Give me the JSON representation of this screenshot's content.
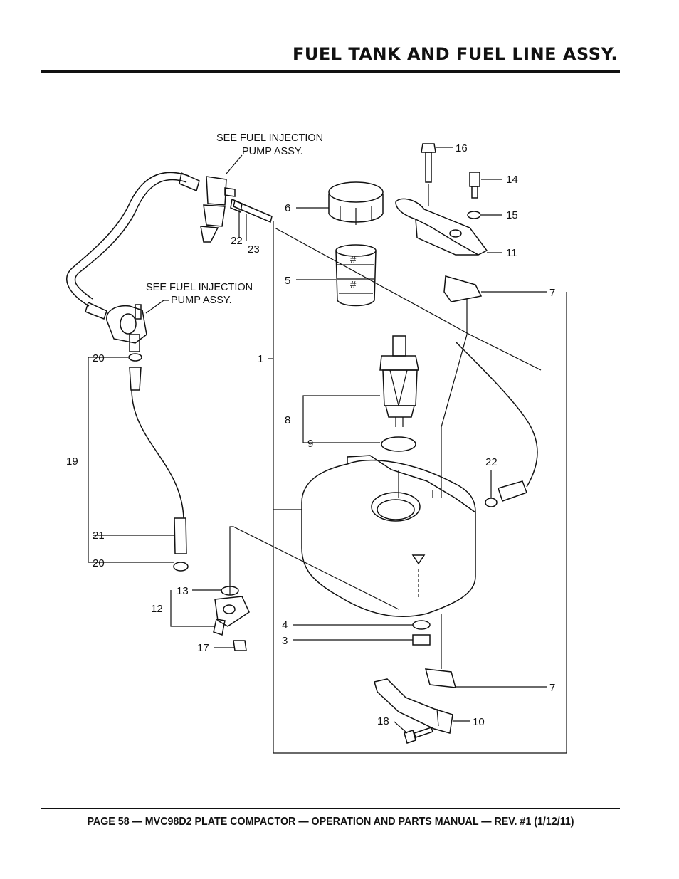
{
  "header": {
    "title": "FUEL TANK AND FUEL LINE ASSY."
  },
  "notes": {
    "top": [
      "SEE FUEL INJECTION",
      "PUMP ASSY."
    ],
    "middle": [
      "SEE FUEL INJECTION",
      "PUMP ASSY."
    ]
  },
  "callouts": {
    "c1": "1",
    "c3": "3",
    "c4": "4",
    "c5": "5",
    "c6": "6",
    "c7a": "7",
    "c7b": "7",
    "c8": "8",
    "c9": "9",
    "c10": "10",
    "c11": "11",
    "c12": "12",
    "c13": "13",
    "c14": "14",
    "c15": "15",
    "c16": "16",
    "c17": "17",
    "c18": "18",
    "c19": "19",
    "c20a": "20",
    "c20b": "20",
    "c21": "21",
    "c22a": "22",
    "c22b": "22",
    "c23": "23"
  },
  "footer": {
    "text": "PAGE 58 — MVC98D2 PLATE COMPACTOR — OPERATION AND PARTS MANUAL — REV. #1 (1/12/11)"
  }
}
